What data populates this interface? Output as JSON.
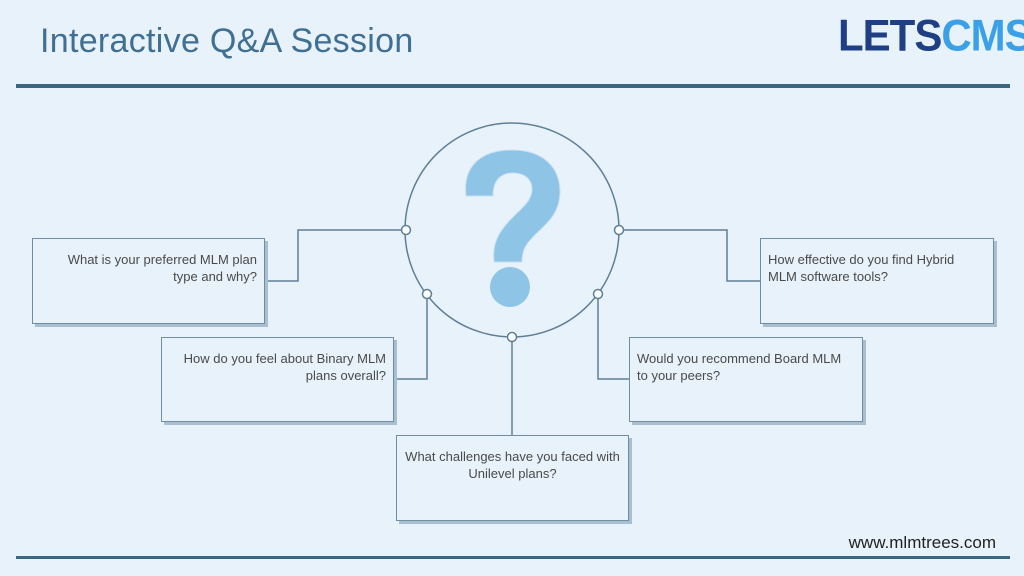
{
  "header": {
    "title": "Interactive Q&A Session",
    "logo_part1": "LETS",
    "logo_part2": "CMS"
  },
  "diagram": {
    "center_icon": "question-mark-icon",
    "questions": {
      "top_left": "What is your preferred MLM plan type and why?",
      "mid_left": "How do you feel about Binary MLM plans overall?",
      "bottom_center": "What challenges have you faced with Unilevel plans?",
      "mid_right": "Would you recommend Board MLM to your peers?",
      "top_right": "How effective do you find Hybrid MLM software tools?"
    }
  },
  "footer": {
    "url": "www.mlmtrees.com"
  },
  "colors": {
    "background": "#e8f2fa",
    "title": "#3f6f92",
    "logo_dark": "#1f3f84",
    "logo_light": "#3aa0e8",
    "rule": "#3b6682",
    "question_mark": "#8ec4e6"
  }
}
